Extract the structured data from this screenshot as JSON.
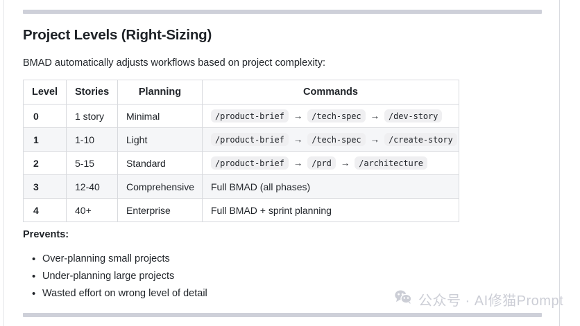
{
  "document": {
    "section_title": "Project Levels (Right-Sizing)",
    "intro": "BMAD automatically adjusts workflows based on project complexity:",
    "prevents_heading": "Prevents:"
  },
  "table": {
    "headers": {
      "level": "Level",
      "stories": "Stories",
      "planning": "Planning",
      "commands": "Commands"
    },
    "rows": [
      {
        "level": "0",
        "stories": "1 story",
        "planning": "Minimal",
        "commands_type": "chips",
        "chips": [
          "/product-brief",
          "/tech-spec",
          "/dev-story"
        ],
        "separator": "→",
        "commands_text": ""
      },
      {
        "level": "1",
        "stories": "1-10",
        "planning": "Light",
        "commands_type": "chips",
        "chips": [
          "/product-brief",
          "/tech-spec",
          "/create-story"
        ],
        "separator": "→",
        "commands_text": ""
      },
      {
        "level": "2",
        "stories": "5-15",
        "planning": "Standard",
        "commands_type": "chips",
        "chips": [
          "/product-brief",
          "/prd",
          "/architecture"
        ],
        "separator": "→",
        "commands_text": ""
      },
      {
        "level": "3",
        "stories": "12-40",
        "planning": "Comprehensive",
        "commands_type": "text",
        "chips": [],
        "separator": "→",
        "commands_text": "Full BMAD (all phases)"
      },
      {
        "level": "4",
        "stories": "40+",
        "planning": "Enterprise",
        "commands_type": "text",
        "chips": [],
        "separator": "→",
        "commands_text": "Full BMAD + sprint planning"
      }
    ]
  },
  "prevents": {
    "items": [
      "Over-planning small projects",
      "Under-planning large projects",
      "Wasted effort on wrong level of detail"
    ]
  },
  "watermark": {
    "icon": "wechat-icon",
    "text": "公众号 · AI修猫Prompt"
  },
  "colors": {
    "text": "#1f2328",
    "rule": "#ced0d9",
    "table_border": "#d8dade",
    "zebra_row": "#f5f6f8",
    "chip_bg": "#efeff1",
    "watermark": "#ccced6"
  }
}
